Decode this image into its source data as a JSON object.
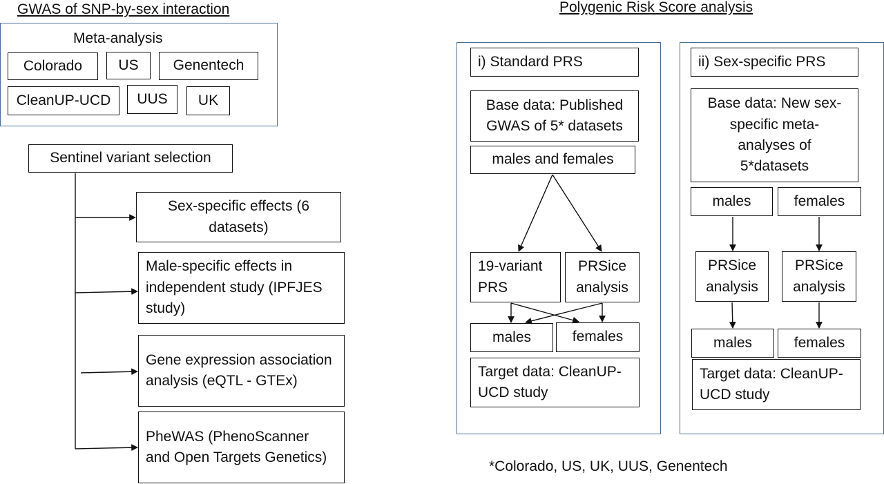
{
  "left": {
    "heading": "GWAS of SNP-by-sex interaction",
    "meta_label": "Meta-analysis",
    "datasets": [
      "Colorado",
      "US",
      "Genentech",
      "CleanUP-UCD",
      "UUS",
      "UK"
    ],
    "sentinel": "Sentinel variant selection",
    "branches": [
      "Sex-specific effects (6 datasets)",
      "Male-specific effects in independent study (IPFJES study)",
      "Gene expression association analysis (eQTL - GTEx)",
      "PheWAS (PhenoScanner and Open Targets Genetics)"
    ]
  },
  "right": {
    "heading": "Polygenic Risk Score analysis",
    "standard": {
      "title": "i) Standard PRS",
      "base": "Base data: Published GWAS of 5* datasets",
      "group": "males and females",
      "prs19": "19-variant PRS",
      "prsice": "PRSice analysis",
      "males": "males",
      "females": "females",
      "target": "Target data: CleanUP-UCD study"
    },
    "sexspecific": {
      "title": "ii) Sex-specific PRS",
      "base": "Base data: New sex-specific meta-analyses of 5*datasets",
      "males": "males",
      "females": "females",
      "prsice_m": "PRSice analysis",
      "prsice_f": "PRSice analysis",
      "males_out": "males",
      "females_out": "females",
      "target": "Target data: CleanUP-UCD study"
    },
    "footnote": "*Colorado, US, UK, UUS, Genentech"
  }
}
